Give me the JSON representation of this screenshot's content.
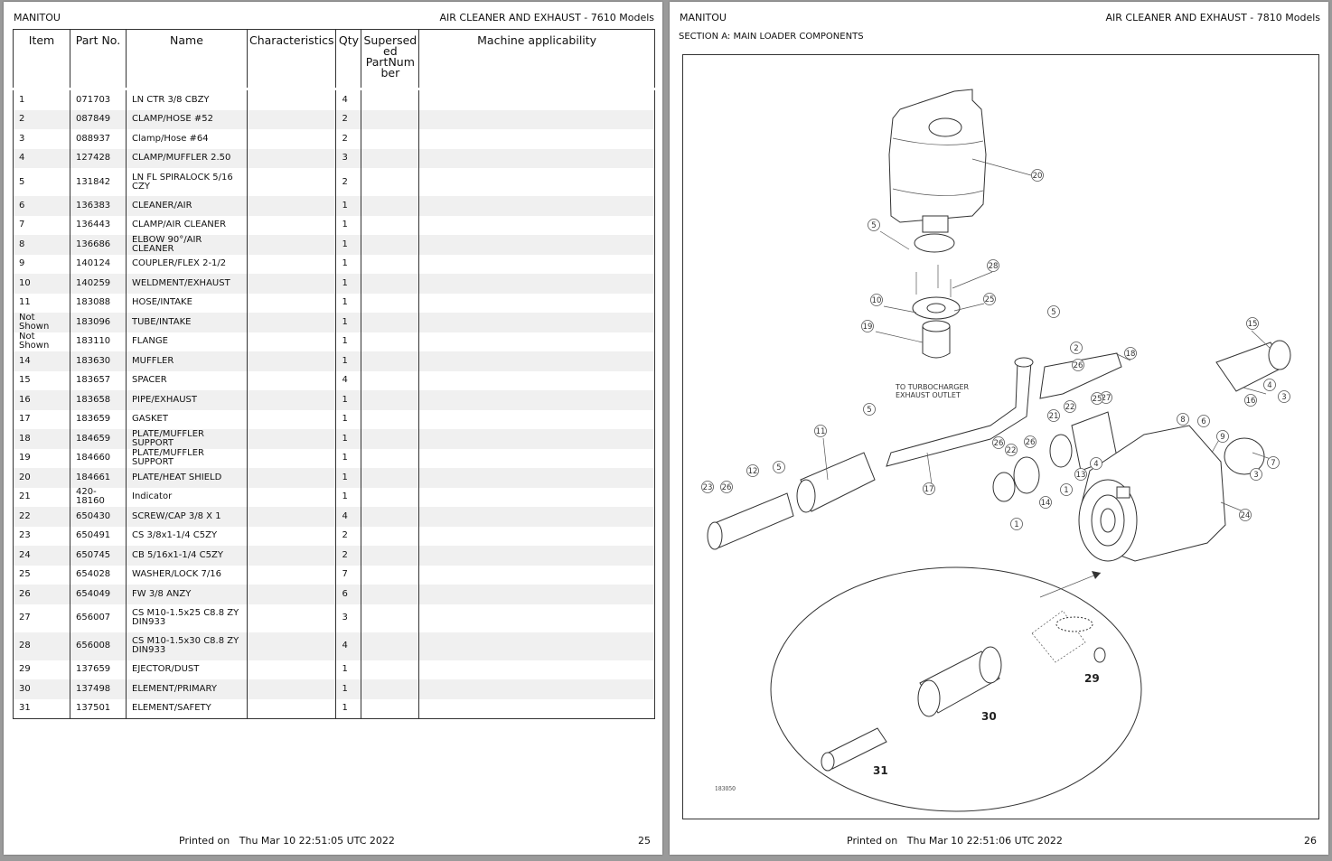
{
  "left_page": {
    "brand": "MANITOU",
    "title": "AIR CLEANER AND EXHAUST - 7610 Models",
    "columns": [
      "Item",
      "Part No.",
      "Name",
      "Characteristics",
      "Qty",
      "Supersed ed PartNum ber",
      "Machine applicability"
    ],
    "column_lines": {
      "supersed": [
        "Supersed",
        "ed",
        "PartNum",
        "ber"
      ]
    },
    "rows": [
      {
        "item": "1",
        "part": "071703",
        "name": "LN CTR 3/8 CBZY",
        "char": "",
        "qty": "4"
      },
      {
        "item": "2",
        "part": "087849",
        "name": "CLAMP/HOSE #52",
        "char": "",
        "qty": "2"
      },
      {
        "item": "3",
        "part": "088937",
        "name": "Clamp/Hose #64",
        "char": "",
        "qty": "2"
      },
      {
        "item": "4",
        "part": "127428",
        "name": "CLAMP/MUFFLER 2.50",
        "char": "",
        "qty": "3"
      },
      {
        "item": "5",
        "part": "131842",
        "name": "LN FL SPIRALOCK 5/16 CZY",
        "char": "",
        "qty": "2"
      },
      {
        "item": "6",
        "part": "136383",
        "name": "CLEANER/AIR",
        "char": "",
        "qty": "1"
      },
      {
        "item": "7",
        "part": "136443",
        "name": "CLAMP/AIR CLEANER",
        "char": "",
        "qty": "1"
      },
      {
        "item": "8",
        "part": "136686",
        "name": "ELBOW 90°/AIR CLEANER",
        "char": "",
        "qty": "1"
      },
      {
        "item": "9",
        "part": "140124",
        "name": "COUPLER/FLEX 2-1/2",
        "char": "",
        "qty": "1"
      },
      {
        "item": "10",
        "part": "140259",
        "name": "WELDMENT/EXHAUST",
        "char": "",
        "qty": "1"
      },
      {
        "item": "11",
        "part": "183088",
        "name": "HOSE/INTAKE",
        "char": "",
        "qty": "1"
      },
      {
        "item": "Not Shown",
        "part": "183096",
        "name": "TUBE/INTAKE",
        "char": "",
        "qty": "1"
      },
      {
        "item": "Not Shown",
        "part": "183110",
        "name": "FLANGE",
        "char": "",
        "qty": "1"
      },
      {
        "item": "14",
        "part": "183630",
        "name": "MUFFLER",
        "char": "",
        "qty": "1"
      },
      {
        "item": "15",
        "part": "183657",
        "name": "SPACER",
        "char": "",
        "qty": "4"
      },
      {
        "item": "16",
        "part": "183658",
        "name": "PIPE/EXHAUST",
        "char": "",
        "qty": "1"
      },
      {
        "item": "17",
        "part": "183659",
        "name": "GASKET",
        "char": "",
        "qty": "1"
      },
      {
        "item": "18",
        "part": "184659",
        "name": "PLATE/MUFFLER SUPPORT",
        "char": "",
        "qty": "1"
      },
      {
        "item": "19",
        "part": "184660",
        "name": "PLATE/MUFFLER SUPPORT",
        "char": "",
        "qty": "1"
      },
      {
        "item": "20",
        "part": "184661",
        "name": "PLATE/HEAT SHIELD",
        "char": "",
        "qty": "1"
      },
      {
        "item": "21",
        "part": "420-18160",
        "name": "Indicator",
        "char": "",
        "qty": "1"
      },
      {
        "item": "22",
        "part": "650430",
        "name": "SCREW/CAP 3/8 X 1",
        "char": "",
        "qty": "4"
      },
      {
        "item": "23",
        "part": "650491",
        "name": "CS 3/8x1-1/4 C5ZY",
        "char": "",
        "qty": "2"
      },
      {
        "item": "24",
        "part": "650745",
        "name": "CB 5/16x1-1/4 C5ZY",
        "char": "",
        "qty": "2"
      },
      {
        "item": "25",
        "part": "654028",
        "name": "WASHER/LOCK 7/16",
        "char": "",
        "qty": "7"
      },
      {
        "item": "26",
        "part": "654049",
        "name": "FW 3/8 ANZY",
        "char": "",
        "qty": "6"
      },
      {
        "item": "27",
        "part": "656007",
        "name": "CS M10-1.5x25 C8.8 ZY DIN933",
        "char": "",
        "qty": "3"
      },
      {
        "item": "28",
        "part": "656008",
        "name": "CS M10-1.5x30 C8.8 ZY DIN933",
        "char": "",
        "qty": "4"
      },
      {
        "item": "29",
        "part": "137659",
        "name": "EJECTOR/DUST",
        "char": "",
        "qty": "1"
      },
      {
        "item": "30",
        "part": "137498",
        "name": "ELEMENT/PRIMARY",
        "char": "",
        "qty": "1"
      },
      {
        "item": "31",
        "part": "137501",
        "name": "ELEMENT/SAFETY",
        "char": "",
        "qty": "1"
      }
    ],
    "printed_label": "Printed on",
    "printed_date": "Thu Mar 10 22:51:05 UTC 2022",
    "page_number": "25"
  },
  "right_page": {
    "brand": "MANITOU",
    "title": "AIR CLEANER AND EXHAUST - 7810 Models",
    "section": "SECTION A: MAIN LOADER COMPONENTS",
    "diagram": {
      "note_line1": "TO TURBOCHARGER",
      "note_line2": "EXHAUST OUTLET",
      "drawing_number": "183050",
      "callouts": [
        "20",
        "5",
        "28",
        "10",
        "25",
        "19",
        "5",
        "2",
        "26",
        "18",
        "15",
        "4",
        "3",
        "27",
        "25",
        "26",
        "22",
        "21",
        "16",
        "9",
        "7",
        "5",
        "26",
        "22",
        "8",
        "6",
        "11",
        "12",
        "5",
        "23",
        "26",
        "17",
        "13",
        "4",
        "1",
        "14",
        "1",
        "3",
        "24"
      ],
      "inset_callouts": [
        "29",
        "30",
        "31"
      ]
    },
    "printed_label": "Printed on",
    "printed_date": "Thu Mar 10 22:51:06 UTC 2022",
    "page_number": "26"
  }
}
